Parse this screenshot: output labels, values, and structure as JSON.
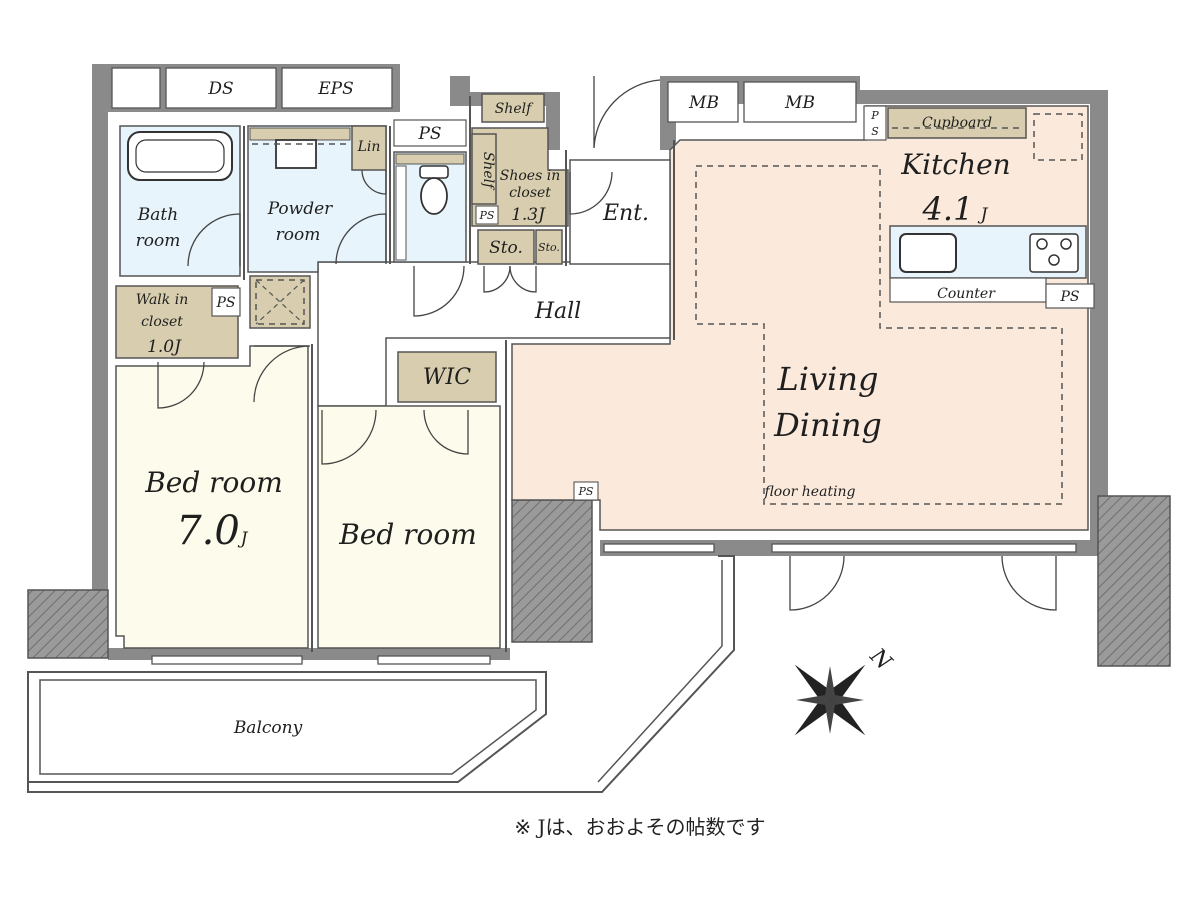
{
  "rooms": {
    "ds": "DS",
    "eps": "EPS",
    "mb1": "MB",
    "mb2": "MB",
    "ps_top": "PS",
    "ps_cupboard": "P\nS",
    "cupboard": "Cupboard",
    "kitchen": "Kitchen",
    "kitchen_size": "4.1",
    "kitchen_unit": "J",
    "counter": "Counter",
    "ps_kitchen": "PS",
    "lin": "Lin",
    "shelf_top": "Shelf",
    "shelf_side": "Shelf",
    "shoes_closet_1": "Shoes in",
    "shoes_closet_2": "closet",
    "shoes_closet_size": "1.3J",
    "ps_entrance": "PS",
    "entrance": "Ent.",
    "sto_large": "Sto.",
    "sto_small": "Sto.",
    "bath_1": "Bath",
    "bath_2": "room",
    "powder_1": "Powder",
    "powder_2": "room",
    "walkin_1": "Walk in",
    "walkin_2": "closet",
    "walkin_size": "1.0J",
    "ps_walkin": "PS",
    "hall": "Hall",
    "wic": "WIC",
    "living_1": "Living",
    "living_2": "Dining",
    "floor_heating": "floor heating",
    "ps_living": "PS",
    "bedroom_main": "Bed room",
    "bedroom_main_size": "7.0",
    "bedroom_main_unit": "J",
    "bedroom_second": "Bed room",
    "balcony": "Balcony"
  },
  "compass": {
    "label": "N"
  },
  "footnote": "※ Jは、おおよその帖数です",
  "colors": {
    "wall": "#8a8a8a",
    "living_dining_kitchen": "#fbeadb",
    "bedroom": "#fdfcec",
    "wet_area": "#e7f4fb",
    "storage": "#d8ceaf",
    "corridor": "#ffffff"
  }
}
